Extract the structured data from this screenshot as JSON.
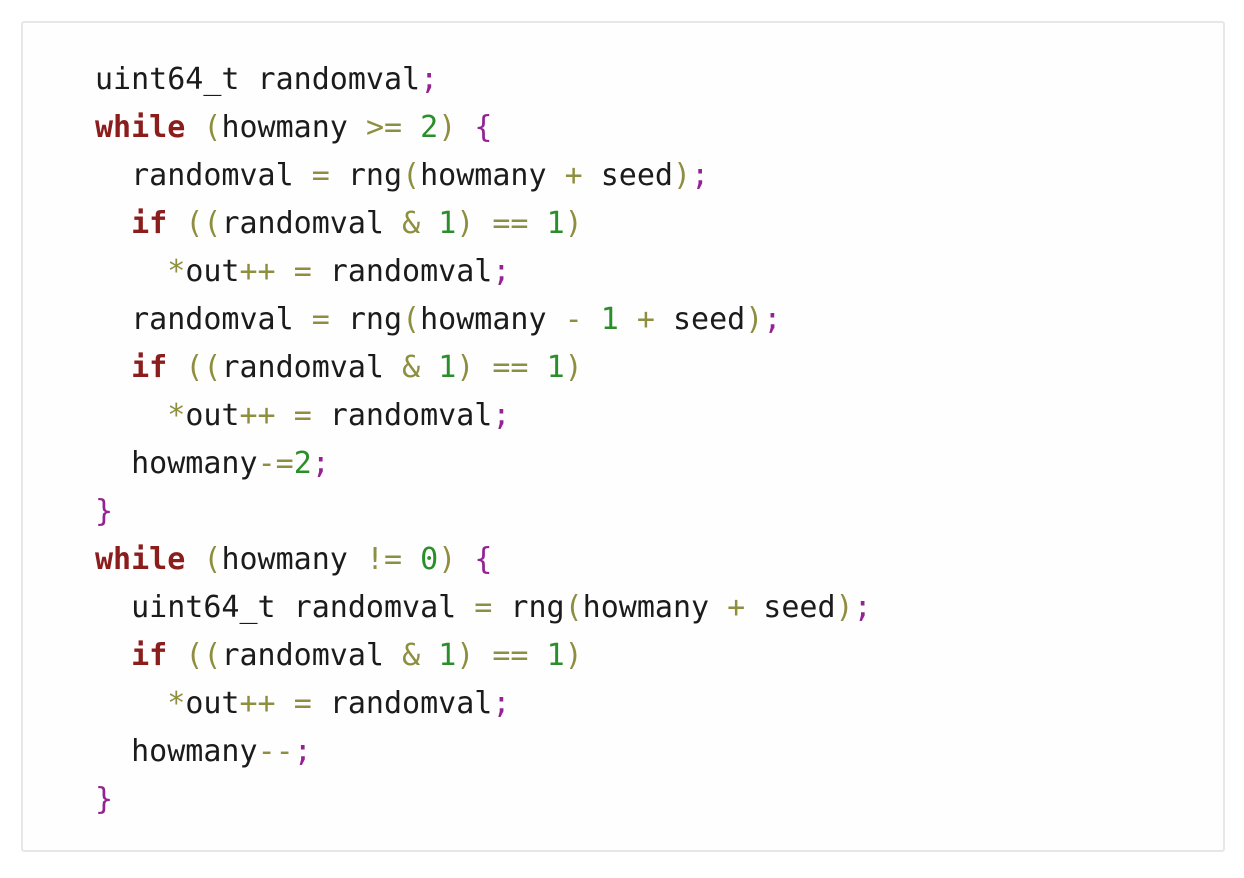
{
  "code_block": {
    "language": "c",
    "colors": {
      "background": "#fefefe",
      "border": "#e7e7e7",
      "default_text": "#1b1b1b",
      "keyword": "#8b1d1d",
      "operator": "#8e8e40",
      "number": "#2a8f2a",
      "punctuation": "#932393"
    },
    "lines": [
      [
        {
          "t": "uint64_t randomval",
          "c": "id"
        },
        {
          "t": ";",
          "c": "pun"
        }
      ],
      [
        {
          "t": "while",
          "c": "kw"
        },
        {
          "t": " ",
          "c": "id"
        },
        {
          "t": "(",
          "c": "op"
        },
        {
          "t": "howmany ",
          "c": "id"
        },
        {
          "t": ">=",
          "c": "op"
        },
        {
          "t": " ",
          "c": "id"
        },
        {
          "t": "2",
          "c": "num"
        },
        {
          "t": ")",
          "c": "op"
        },
        {
          "t": " ",
          "c": "id"
        },
        {
          "t": "{",
          "c": "pun"
        }
      ],
      [
        {
          "t": "  randomval ",
          "c": "id"
        },
        {
          "t": "=",
          "c": "op"
        },
        {
          "t": " rng",
          "c": "id"
        },
        {
          "t": "(",
          "c": "op"
        },
        {
          "t": "howmany ",
          "c": "id"
        },
        {
          "t": "+",
          "c": "op"
        },
        {
          "t": " seed",
          "c": "id"
        },
        {
          "t": ")",
          "c": "op"
        },
        {
          "t": ";",
          "c": "pun"
        }
      ],
      [
        {
          "t": "  ",
          "c": "id"
        },
        {
          "t": "if",
          "c": "kw"
        },
        {
          "t": " ",
          "c": "id"
        },
        {
          "t": "((",
          "c": "op"
        },
        {
          "t": "randomval ",
          "c": "id"
        },
        {
          "t": "&",
          "c": "op"
        },
        {
          "t": " ",
          "c": "id"
        },
        {
          "t": "1",
          "c": "num"
        },
        {
          "t": ")",
          "c": "op"
        },
        {
          "t": " ",
          "c": "id"
        },
        {
          "t": "==",
          "c": "op"
        },
        {
          "t": " ",
          "c": "id"
        },
        {
          "t": "1",
          "c": "num"
        },
        {
          "t": ")",
          "c": "op"
        }
      ],
      [
        {
          "t": "    ",
          "c": "id"
        },
        {
          "t": "*",
          "c": "op"
        },
        {
          "t": "out",
          "c": "id"
        },
        {
          "t": "++",
          "c": "op"
        },
        {
          "t": " ",
          "c": "id"
        },
        {
          "t": "=",
          "c": "op"
        },
        {
          "t": " randomval",
          "c": "id"
        },
        {
          "t": ";",
          "c": "pun"
        }
      ],
      [
        {
          "t": "  randomval ",
          "c": "id"
        },
        {
          "t": "=",
          "c": "op"
        },
        {
          "t": " rng",
          "c": "id"
        },
        {
          "t": "(",
          "c": "op"
        },
        {
          "t": "howmany ",
          "c": "id"
        },
        {
          "t": "-",
          "c": "op"
        },
        {
          "t": " ",
          "c": "id"
        },
        {
          "t": "1",
          "c": "num"
        },
        {
          "t": " ",
          "c": "id"
        },
        {
          "t": "+",
          "c": "op"
        },
        {
          "t": " seed",
          "c": "id"
        },
        {
          "t": ")",
          "c": "op"
        },
        {
          "t": ";",
          "c": "pun"
        }
      ],
      [
        {
          "t": "  ",
          "c": "id"
        },
        {
          "t": "if",
          "c": "kw"
        },
        {
          "t": " ",
          "c": "id"
        },
        {
          "t": "((",
          "c": "op"
        },
        {
          "t": "randomval ",
          "c": "id"
        },
        {
          "t": "&",
          "c": "op"
        },
        {
          "t": " ",
          "c": "id"
        },
        {
          "t": "1",
          "c": "num"
        },
        {
          "t": ")",
          "c": "op"
        },
        {
          "t": " ",
          "c": "id"
        },
        {
          "t": "==",
          "c": "op"
        },
        {
          "t": " ",
          "c": "id"
        },
        {
          "t": "1",
          "c": "num"
        },
        {
          "t": ")",
          "c": "op"
        }
      ],
      [
        {
          "t": "    ",
          "c": "id"
        },
        {
          "t": "*",
          "c": "op"
        },
        {
          "t": "out",
          "c": "id"
        },
        {
          "t": "++",
          "c": "op"
        },
        {
          "t": " ",
          "c": "id"
        },
        {
          "t": "=",
          "c": "op"
        },
        {
          "t": " randomval",
          "c": "id"
        },
        {
          "t": ";",
          "c": "pun"
        }
      ],
      [
        {
          "t": "  howmany",
          "c": "id"
        },
        {
          "t": "-=",
          "c": "op"
        },
        {
          "t": "2",
          "c": "num"
        },
        {
          "t": ";",
          "c": "pun"
        }
      ],
      [
        {
          "t": "}",
          "c": "pun"
        }
      ],
      [
        {
          "t": "while",
          "c": "kw"
        },
        {
          "t": " ",
          "c": "id"
        },
        {
          "t": "(",
          "c": "op"
        },
        {
          "t": "howmany ",
          "c": "id"
        },
        {
          "t": "!=",
          "c": "op"
        },
        {
          "t": " ",
          "c": "id"
        },
        {
          "t": "0",
          "c": "num"
        },
        {
          "t": ")",
          "c": "op"
        },
        {
          "t": " ",
          "c": "id"
        },
        {
          "t": "{",
          "c": "pun"
        }
      ],
      [
        {
          "t": "  uint64_t randomval ",
          "c": "id"
        },
        {
          "t": "=",
          "c": "op"
        },
        {
          "t": " rng",
          "c": "id"
        },
        {
          "t": "(",
          "c": "op"
        },
        {
          "t": "howmany ",
          "c": "id"
        },
        {
          "t": "+",
          "c": "op"
        },
        {
          "t": " seed",
          "c": "id"
        },
        {
          "t": ")",
          "c": "op"
        },
        {
          "t": ";",
          "c": "pun"
        }
      ],
      [
        {
          "t": "  ",
          "c": "id"
        },
        {
          "t": "if",
          "c": "kw"
        },
        {
          "t": " ",
          "c": "id"
        },
        {
          "t": "((",
          "c": "op"
        },
        {
          "t": "randomval ",
          "c": "id"
        },
        {
          "t": "&",
          "c": "op"
        },
        {
          "t": " ",
          "c": "id"
        },
        {
          "t": "1",
          "c": "num"
        },
        {
          "t": ")",
          "c": "op"
        },
        {
          "t": " ",
          "c": "id"
        },
        {
          "t": "==",
          "c": "op"
        },
        {
          "t": " ",
          "c": "id"
        },
        {
          "t": "1",
          "c": "num"
        },
        {
          "t": ")",
          "c": "op"
        }
      ],
      [
        {
          "t": "    ",
          "c": "id"
        },
        {
          "t": "*",
          "c": "op"
        },
        {
          "t": "out",
          "c": "id"
        },
        {
          "t": "++",
          "c": "op"
        },
        {
          "t": " ",
          "c": "id"
        },
        {
          "t": "=",
          "c": "op"
        },
        {
          "t": " randomval",
          "c": "id"
        },
        {
          "t": ";",
          "c": "pun"
        }
      ],
      [
        {
          "t": "  howmany",
          "c": "id"
        },
        {
          "t": "--",
          "c": "op"
        },
        {
          "t": ";",
          "c": "pun"
        }
      ],
      [
        {
          "t": "}",
          "c": "pun"
        }
      ]
    ]
  }
}
